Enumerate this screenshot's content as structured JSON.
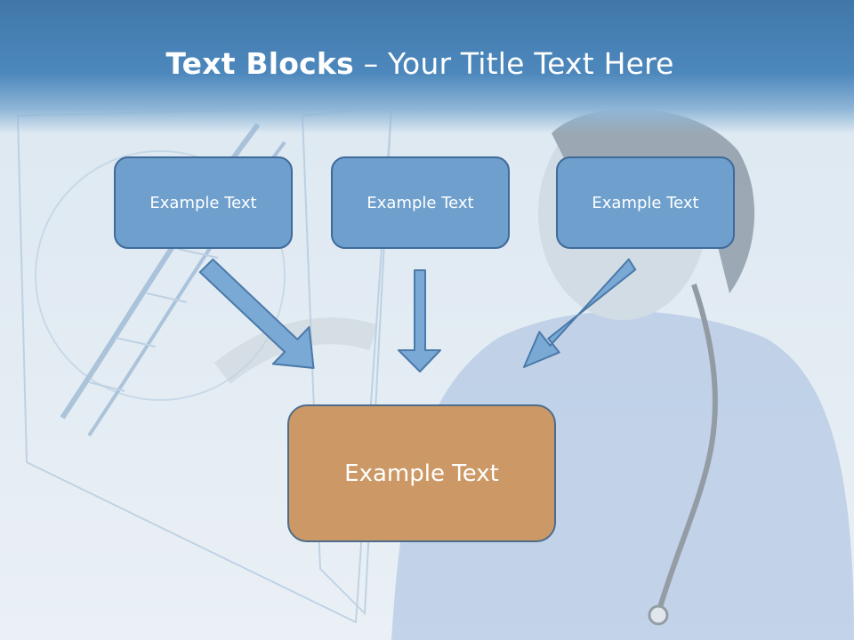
{
  "slide": {
    "title_bold": "Text Blocks",
    "title_sep": " – ",
    "title_rest": "Your Title Text Here"
  },
  "diagram": {
    "top_boxes": [
      {
        "label": "Example Text"
      },
      {
        "label": "Example Text"
      },
      {
        "label": "Example Text"
      }
    ],
    "result_box": {
      "label": "Example Text"
    }
  },
  "colors": {
    "header": "#4d88bd",
    "small_box_fill": "#6e9fcd",
    "small_box_border": "#3f6a99",
    "result_box_fill": "#cc9966",
    "arrow_fill": "#7aa9d6",
    "arrow_stroke": "#4b79a8"
  }
}
